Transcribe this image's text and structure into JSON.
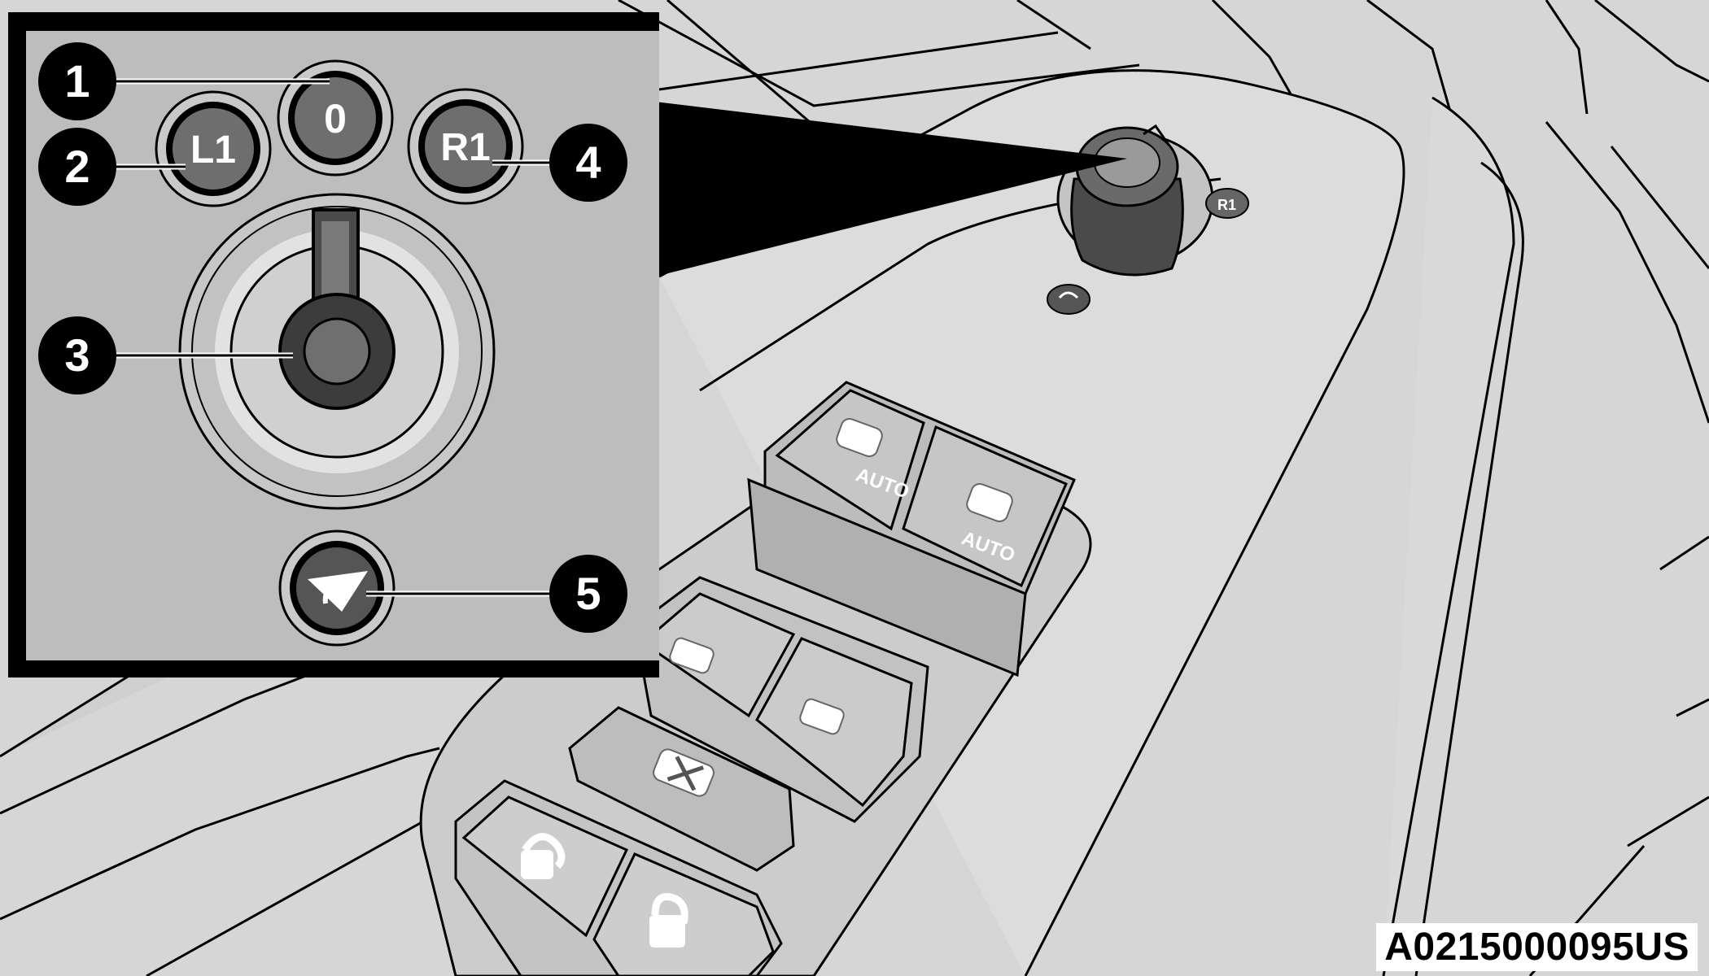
{
  "colors": {
    "background": "#d4d4d4",
    "panel": "#bdbdbd",
    "inset_border": "#000000",
    "callout_fill": "#000000",
    "callout_text": "#ffffff"
  },
  "inset": {
    "buttons": {
      "zero": "0",
      "l1": "L1",
      "r1": "R1"
    },
    "callouts": [
      "1",
      "2",
      "3",
      "4",
      "5"
    ],
    "icons": {
      "joystick": "mirror-adjust-joystick-icon",
      "fold": "mirror-fold-icon"
    }
  },
  "door_panel": {
    "auto_label_left": "AUTO",
    "auto_label_right": "AUTO",
    "r1_small": "R1",
    "icons": [
      "window-switch-icon",
      "window-lockout-icon",
      "unlock-icon",
      "lock-icon",
      "mirror-fold-icon"
    ]
  },
  "figure_code": "A0215000095US"
}
